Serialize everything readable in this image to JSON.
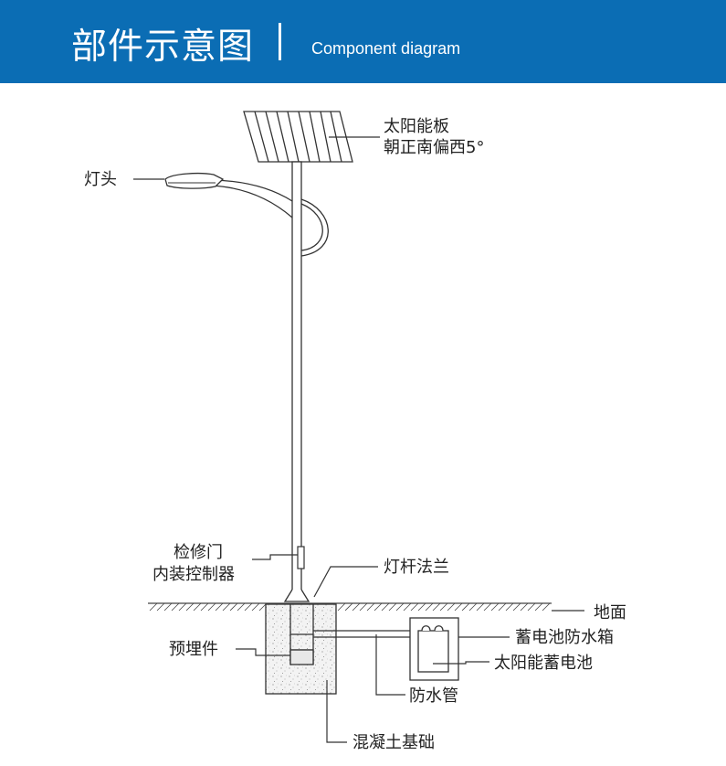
{
  "header": {
    "title_cn": "部件示意图",
    "title_en": "Component diagram",
    "background_color": "#0b6db4"
  },
  "labels": {
    "solar_panel_line1": "太阳能板",
    "solar_panel_line2": "朝正南偏西5°",
    "lamp_head": "灯头",
    "access_door_line1": "检修门",
    "access_door_line2": "内装控制器",
    "pole_flange": "灯杆法兰",
    "ground": "地面",
    "battery_box": "蓄电池防水箱",
    "embedded_part": "预埋件",
    "solar_battery": "太阳能蓄电池",
    "waterproof_pipe": "防水管",
    "concrete_foundation": "混凝土基础"
  }
}
